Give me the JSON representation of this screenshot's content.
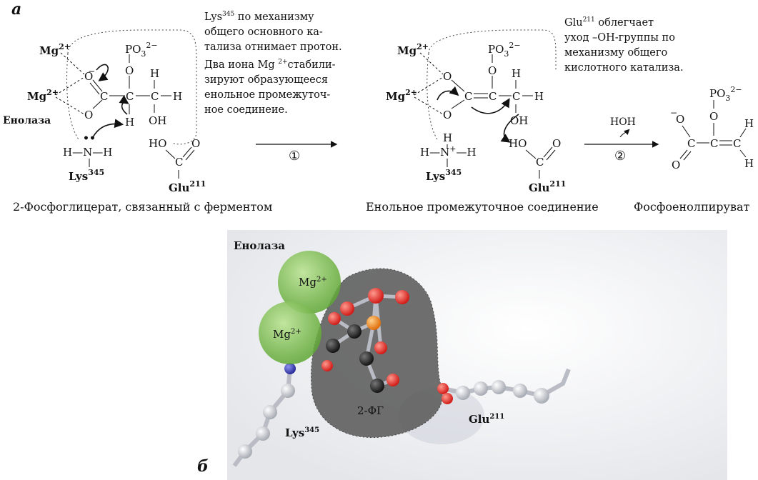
{
  "panel_a": {
    "letter": "а",
    "note1": [
      "Lys",
      "345",
      " по механизму",
      "общего основного ка-",
      "тализа отнимает протон.",
      "Два иона Mg ",
      "2+",
      "стабили-",
      "зируют образующееся",
      "енольное промежуточ-",
      "ное соединеие."
    ],
    "note2": [
      "Glu",
      "211",
      " облегчает",
      "уход  –OH-группы по",
      "механизму  общего",
      "кислотного катализа."
    ],
    "label_enolase": "Енолаза",
    "step1": "①",
    "step2": "②",
    "hoh": "HOH",
    "cap1": "2-Фосфоглицерат, связанный с ферментом",
    "cap2": "Енольное промежуточное соединение",
    "cap3": "Фосфоенолпируват"
  },
  "panel_b": {
    "letter": "б",
    "title": "Енолаза",
    "mg_top": "Mg",
    "mg_bottom": "Mg",
    "mg_charge": "2+",
    "pg": "2-ФГ",
    "lys": "Lys",
    "lys_sup": "345",
    "glu": "Glu",
    "glu_sup": "211"
  },
  "colors": {
    "mg_sphere": "#7fc24a",
    "oxygen": "#e8322b",
    "phosphorus": "#f08a1c",
    "nitrogen": "#3a3fb0",
    "carbon": "#2a2a2a",
    "pocket": "#5a5a5a"
  }
}
